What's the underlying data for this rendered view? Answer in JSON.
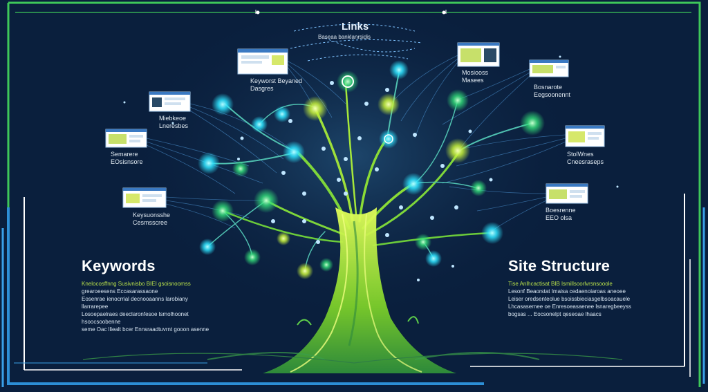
{
  "top_title": "Links",
  "top_caption": "Baseaa banklanrsidis",
  "left_heading": "Keywords",
  "left_lines": [
    "Knelocosffnng Susivnisbo BIEI gsoisnoomss",
    "grearoeesens Eccasarassaone",
    "Eosenrae ienocrrial decnooaanns larobiany llarrarepee",
    "Losoepaelraes deeclaronfesoe lsmolhoonet hsoocsoobenne",
    "seme Oac lliealt bcer Ennsraadtuvrnt gooon asenne"
  ],
  "right_heading": "Site Structure",
  "right_lines": [
    "Tise Anlhcactisat BIB lsmillsoorlvrsnsooole",
    "Lesonf Beaorstat Imaisa cedaenoiaroas aneoee",
    "Leiser oredsenteolue bsoissbieciasgelbsoacauele",
    "Lhcasasernee oe Enresoeasaenee lsnaregbeeyss",
    "bogsas ... Eocsonelpt qeseoae lhaacs"
  ],
  "card_labels": [
    "Keyworst Beyaned Dasgres",
    "Miebkeoe Lneresbes",
    "Semarere EOsisnsore",
    "Keysuonsshe Cesmsscree",
    "Mosiooss Masees",
    "Bosnarote Eegsoonennt",
    "StolWnes Cneesraseps",
    "Boesrenne EEO olsa"
  ],
  "colors": {
    "background": "#0a1f3d",
    "frame_green": "#3ec75a",
    "frame_blue": "#3aa0e8",
    "trunk": "#8fd12d",
    "node_cyan": "#2de3ff",
    "node_lime": "#c7f23a"
  }
}
